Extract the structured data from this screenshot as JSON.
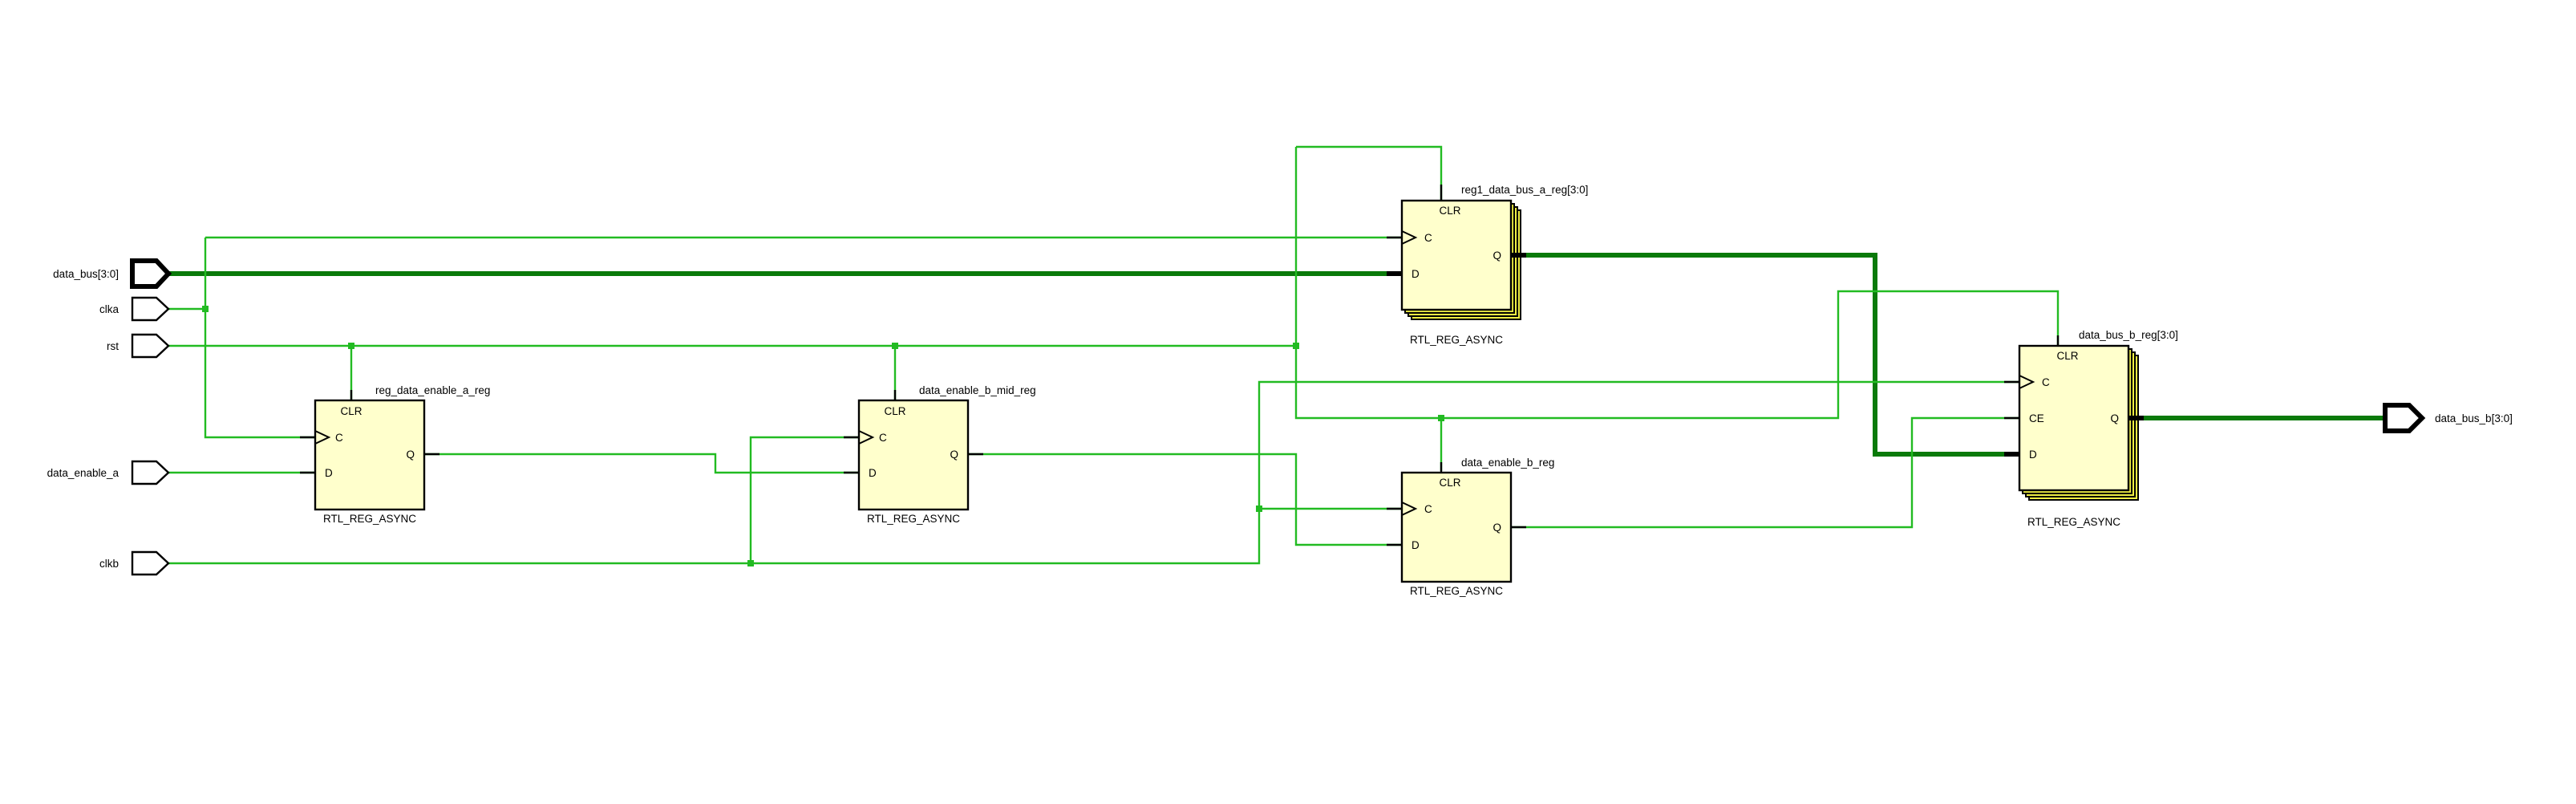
{
  "ports": {
    "data_bus": "data_bus[3:0]",
    "clka": "clka",
    "rst": "rst",
    "data_enable_a": "data_enable_a",
    "clkb": "clkb",
    "data_bus_b": "data_bus_b[3:0]"
  },
  "cells": {
    "reg_a": {
      "name": "reg_data_enable_a_reg",
      "type": "RTL_REG_ASYNC",
      "pins": {
        "clr": "CLR",
        "c": "C",
        "d": "D",
        "q": "Q"
      }
    },
    "reg_mid": {
      "name": "data_enable_b_mid_reg",
      "type": "RTL_REG_ASYNC",
      "pins": {
        "clr": "CLR",
        "c": "C",
        "d": "D",
        "q": "Q"
      }
    },
    "reg1": {
      "name": "reg1_data_bus_a_reg[3:0]",
      "type": "RTL_REG_ASYNC",
      "pins": {
        "clr": "CLR",
        "c": "C",
        "d": "D",
        "q": "Q"
      }
    },
    "reg_b": {
      "name": "data_enable_b_reg",
      "type": "RTL_REG_ASYNC",
      "pins": {
        "clr": "CLR",
        "c": "C",
        "d": "D",
        "q": "Q"
      }
    },
    "reg_bus_b": {
      "name": "data_bus_b_reg[3:0]",
      "type": "RTL_REG_ASYNC",
      "pins": {
        "clr": "CLR",
        "c": "C",
        "ce": "CE",
        "d": "D",
        "q": "Q"
      }
    }
  },
  "colors": {
    "wire": "#22bb22",
    "bus": "#0a7a0a",
    "cell_fill": "#ffffcc",
    "stack_fill": "#eeee44"
  }
}
